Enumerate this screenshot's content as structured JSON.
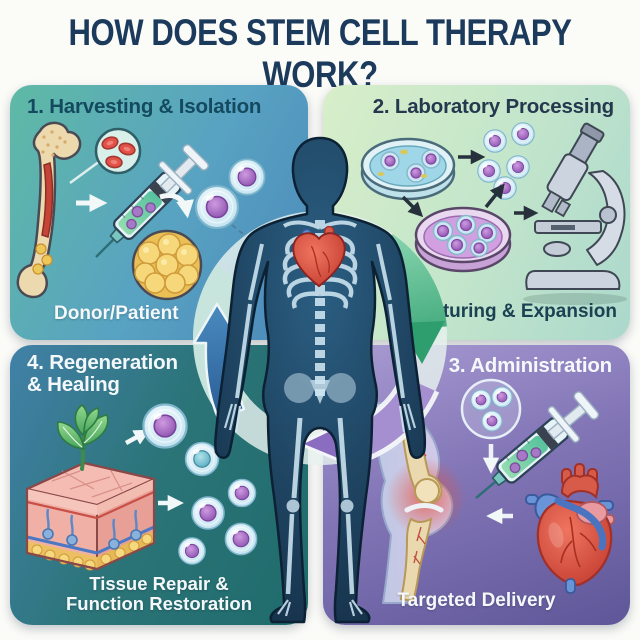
{
  "title": "HOW DOES STEM CELL THERAPY WORK?",
  "quadrants": {
    "q1": {
      "heading": "1. Harvesting & Isolation",
      "caption": "Donor/Patient"
    },
    "q2": {
      "heading": "2. Laboratory Processing",
      "caption": "Culturing & Expansion"
    },
    "q3": {
      "heading": "3. Administration",
      "caption": "Targeted Delivery"
    },
    "q4": {
      "heading_line1": "4. Regeneration",
      "heading_line2": "& Healing",
      "caption_line1": "Tissue Repair &",
      "caption_line2": "Function Restoration"
    }
  },
  "colors": {
    "title-ink": "#1b3a5c",
    "heading-q1": "#134a5f",
    "heading-q2": "#24384e",
    "caption-q2": "#1c4152",
    "text-light": "#f4f8fa",
    "q1-a": "#5fbaa5",
    "q1-b": "#4b89ba",
    "q2-a": "#d8eec9",
    "q2-b": "#abd8cc",
    "q3-a": "#a99bd2",
    "q3-b": "#5e5698",
    "q4-a": "#4281a8",
    "q4-b": "#1f6b6b",
    "stem-cell-purple": "#9b5fb8",
    "cell-rim-blue": "#c2e4f0",
    "arrow-blue": "#2f6cab",
    "arrow-green": "#3ca87c",
    "arrow-purple": "#8a6cc0",
    "heart-red": "#d94f43",
    "body-navy": "#16334d",
    "skeleton-blue": "#cfe6f2",
    "bone-cream": "#ecd9ae",
    "fat-yellow": "#eec05c",
    "syringe-liquid-green": "#6fcaa4"
  },
  "icons": {
    "q1": [
      "bone-icon",
      "blood-cells-magnifier-icon",
      "syringe-icon",
      "arrow-right-icon",
      "arrow-curve-down-icon",
      "fat-cell-cluster-icon",
      "stem-cell-icon"
    ],
    "q2": [
      "petri-dish-blue-icon",
      "arrow-right-icon",
      "stem-cell-group-icon",
      "arrow-down-right-icon",
      "petri-dish-purple-icon",
      "arrow-up-right-icon",
      "microscope-icon"
    ],
    "q3": [
      "stem-cell-bubble-icon",
      "arrow-down-icon",
      "syringe-icon",
      "knee-joint-icon",
      "arrow-left-icon",
      "heart-icon"
    ],
    "q4": [
      "plant-sprout-icon",
      "skin-tissue-block-icon",
      "arrow-up-right-icon",
      "stem-cell-icon",
      "arrow-right-icon",
      "stem-cell-group-icon"
    ],
    "center": [
      "human-body-skeleton-icon",
      "heart-icon",
      "cycle-ring-icon",
      "arrow-up-blue-icon",
      "arrow-down-green-icon",
      "arrow-left-purple-icon"
    ]
  }
}
